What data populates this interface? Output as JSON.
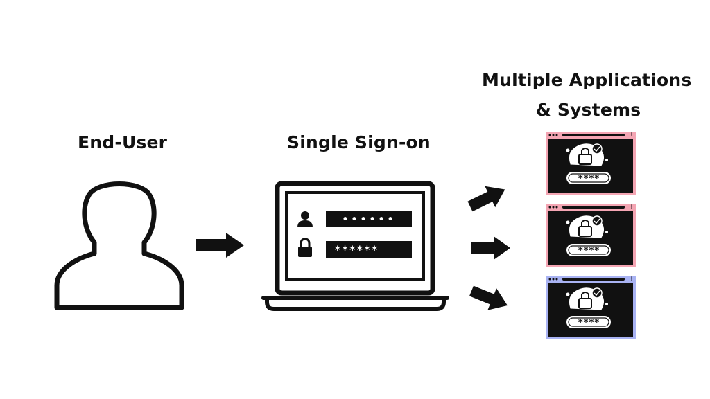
{
  "labels": {
    "end_user": "End-User",
    "sso": "Single Sign-on",
    "apps_line1": "Multiple Applications",
    "apps_line2": "& Systems"
  },
  "login_fields": {
    "username_mask": "••••••",
    "password_mask": "******"
  },
  "app_windows": [
    {
      "accent": "#f4a5b3",
      "password_mask": "****"
    },
    {
      "accent": "#f4a5b3",
      "password_mask": "****"
    },
    {
      "accent": "#a9b3f3",
      "password_mask": "****"
    }
  ],
  "colors": {
    "ink": "#111111",
    "background": "#ffffff"
  }
}
